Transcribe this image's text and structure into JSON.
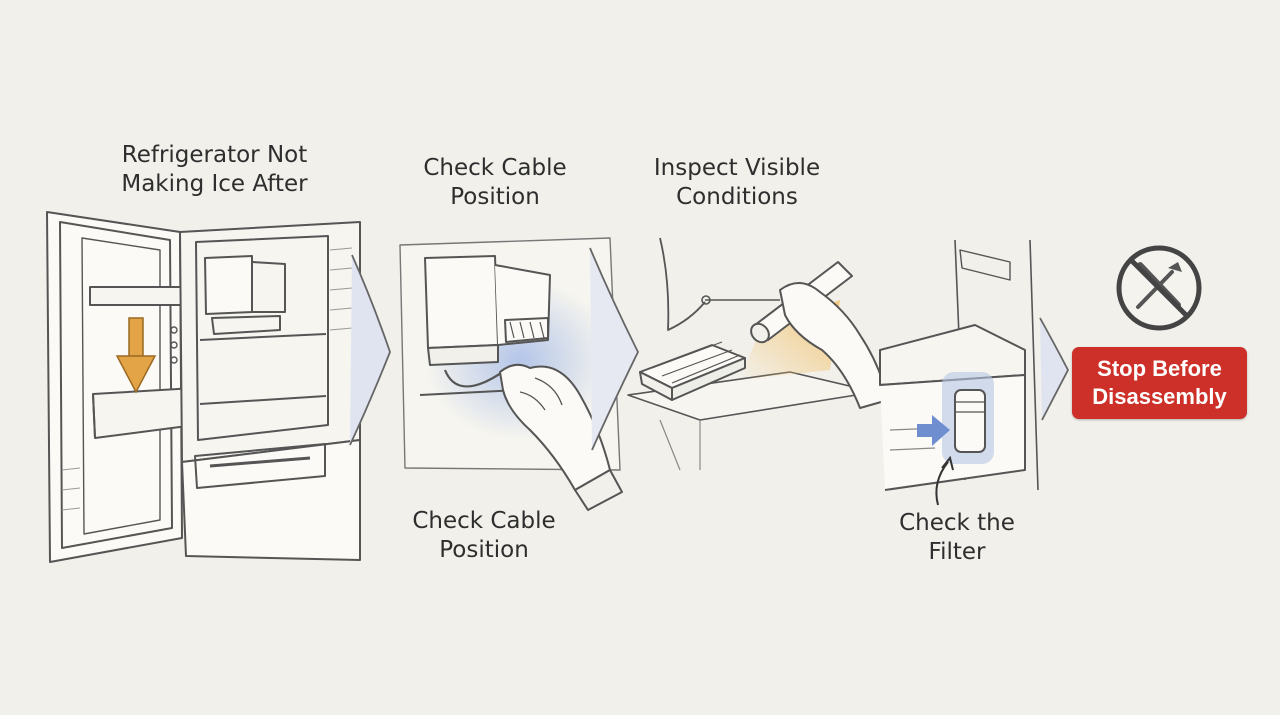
{
  "steps": [
    {
      "line1": "Refrigerator Not",
      "line2": "Making Ice After"
    },
    {
      "line1": "Check Cable",
      "line2": "Position"
    },
    {
      "line1": "Inspect Visible",
      "line2": "Conditions"
    },
    {
      "line1": "Check Cable",
      "line2": "Position"
    },
    {
      "line1": "Check the",
      "line2": "Filter"
    }
  ],
  "stop": {
    "line1": "Stop Before",
    "line2": "Disassembly",
    "icon": "no-tools-icon"
  },
  "colors": {
    "background": "#f1f0ea",
    "stroke": "#555555",
    "accent_orange": "#e3a447",
    "highlight_blue": "#a9bde3",
    "stop_red": "#cd3029"
  }
}
